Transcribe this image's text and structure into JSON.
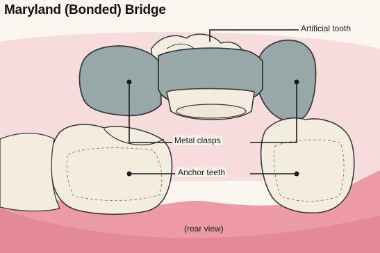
{
  "title": "Maryland (Bonded) Bridge",
  "labels": {
    "artificial_tooth": "Artificial tooth",
    "metal_clasps": "Metal clasps",
    "anchor_teeth": "Anchor teeth",
    "rear_view": "(rear view)"
  },
  "colors": {
    "background": "#fbf6ef",
    "gum": "#ec9aa6",
    "gum_light": "#f4c7cc",
    "tooth": "#f3ede0",
    "metal": "#98a8a8",
    "outline": "#3a3a3a"
  }
}
